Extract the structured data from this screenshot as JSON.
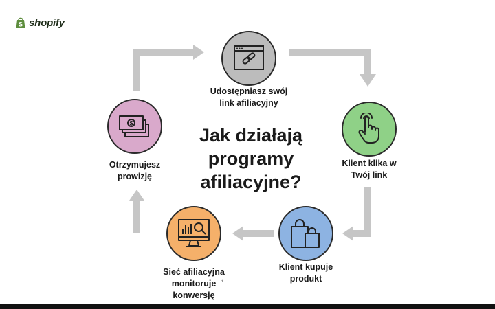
{
  "brand": {
    "name": "shopify",
    "color": "#5e8e3e",
    "icon": "shopify-bag-icon"
  },
  "title": {
    "line1": "Jak działają",
    "line2": "programy",
    "line3": "afiliacyjne?"
  },
  "steps": [
    {
      "line1": "Udostępniasz swój",
      "line2": "link afiliacyjny",
      "color": "#bcbcbc",
      "icon": "browser-link-icon"
    },
    {
      "line1": "Klient klika w",
      "line2": "Twój link",
      "color": "#8fd187",
      "icon": "pointing-hand-icon"
    },
    {
      "line1": "Klient kupuje",
      "line2": "produkt",
      "color": "#8db3e2",
      "icon": "shopping-bags-icon"
    },
    {
      "line1": "Sieć afiliacyjna",
      "line2": "monitoruje",
      "line3": "konwersję",
      "color": "#f5b06a",
      "icon": "monitor-analytics-icon"
    },
    {
      "line1": "Otrzymujesz",
      "line2": "prowizję",
      "color": "#d9a9cb",
      "icon": "money-stack-icon"
    }
  ],
  "arrow_color": "#c6c6c6",
  "footnote": "¹"
}
